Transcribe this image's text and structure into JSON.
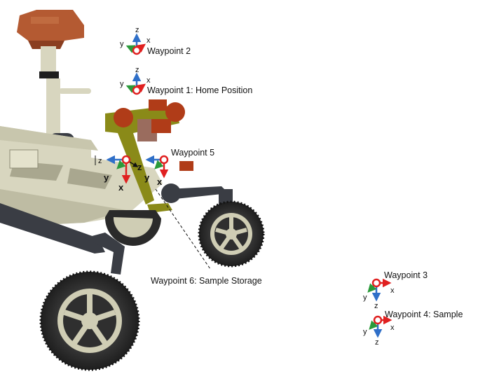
{
  "colors": {
    "frame_x": "#e02020",
    "frame_y": "#2a9a3a",
    "frame_z": "#2f6fc8",
    "waypoint_marker": "#e02020",
    "rover_body": "#d8d6bf",
    "rover_dark": "#3a3d44",
    "arm": "#8a8a18",
    "arm_joint": "#b03c18",
    "wheel_tread": "#2a2a2a",
    "wheel_hub": "#cfcdb4",
    "mast_head": "#b45a32"
  },
  "icons": {
    "rover": "mars-rover-3d-model",
    "marker": "circle-waypoint-marker",
    "frame": "xyz-coordinate-frame"
  },
  "waypoints": [
    {
      "label": "Waypoint 1: Home Position",
      "axes": {
        "x": "x",
        "y": "y",
        "z": "z"
      }
    },
    {
      "label": "Waypoint 2",
      "axes": {
        "x": "x",
        "y": "y",
        "z": "z"
      }
    },
    {
      "label": "Waypoint 3",
      "axes": {
        "x": "x",
        "y": "y",
        "z": "z"
      }
    },
    {
      "label": "Waypoint 4: Sample",
      "axes": {
        "x": "x",
        "y": "y",
        "z": "z"
      }
    },
    {
      "label": "Waypoint 5",
      "axes": {
        "x": "x",
        "y": "y",
        "z": "z"
      }
    },
    {
      "label": "Waypoint 6: Sample Storage",
      "axes": {
        "x": "x",
        "y": "y",
        "z": "z"
      }
    }
  ]
}
